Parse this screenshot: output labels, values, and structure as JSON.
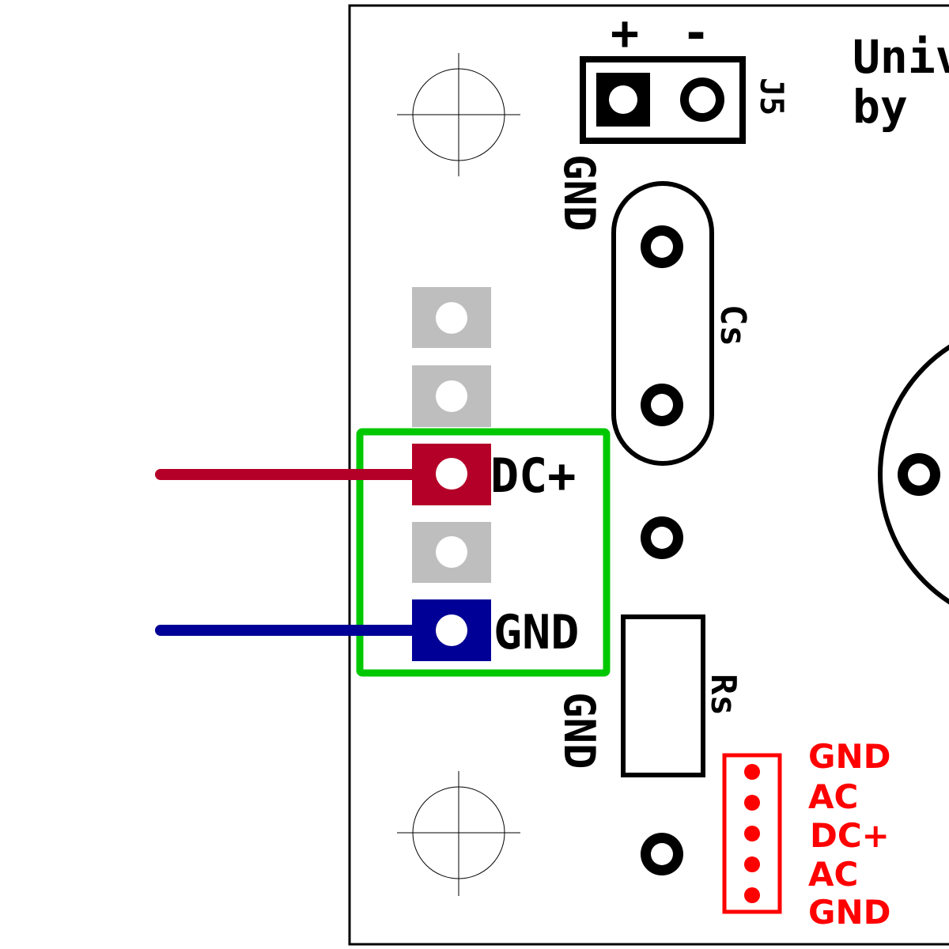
{
  "board": {
    "title_line1": "Univ",
    "title_line2": "by"
  },
  "connector_j5": {
    "designator": "J5",
    "plus_label": "+",
    "minus_label": "-",
    "gnd_label": "GND"
  },
  "capacitor": {
    "designator": "Cs"
  },
  "resistor": {
    "designator": "Rs",
    "gnd_label": "GND"
  },
  "highlight": {
    "color": "#00c800",
    "pins": [
      {
        "label": "DC+",
        "wire_color": "#b40028"
      },
      {
        "label": "GND",
        "wire_color": "#000096"
      }
    ],
    "inactive_pin_color": "#bebebe"
  },
  "header_pinout": {
    "color": "#ff0000",
    "pins": [
      "GND",
      "AC",
      "DC+",
      "AC",
      "GND"
    ]
  }
}
